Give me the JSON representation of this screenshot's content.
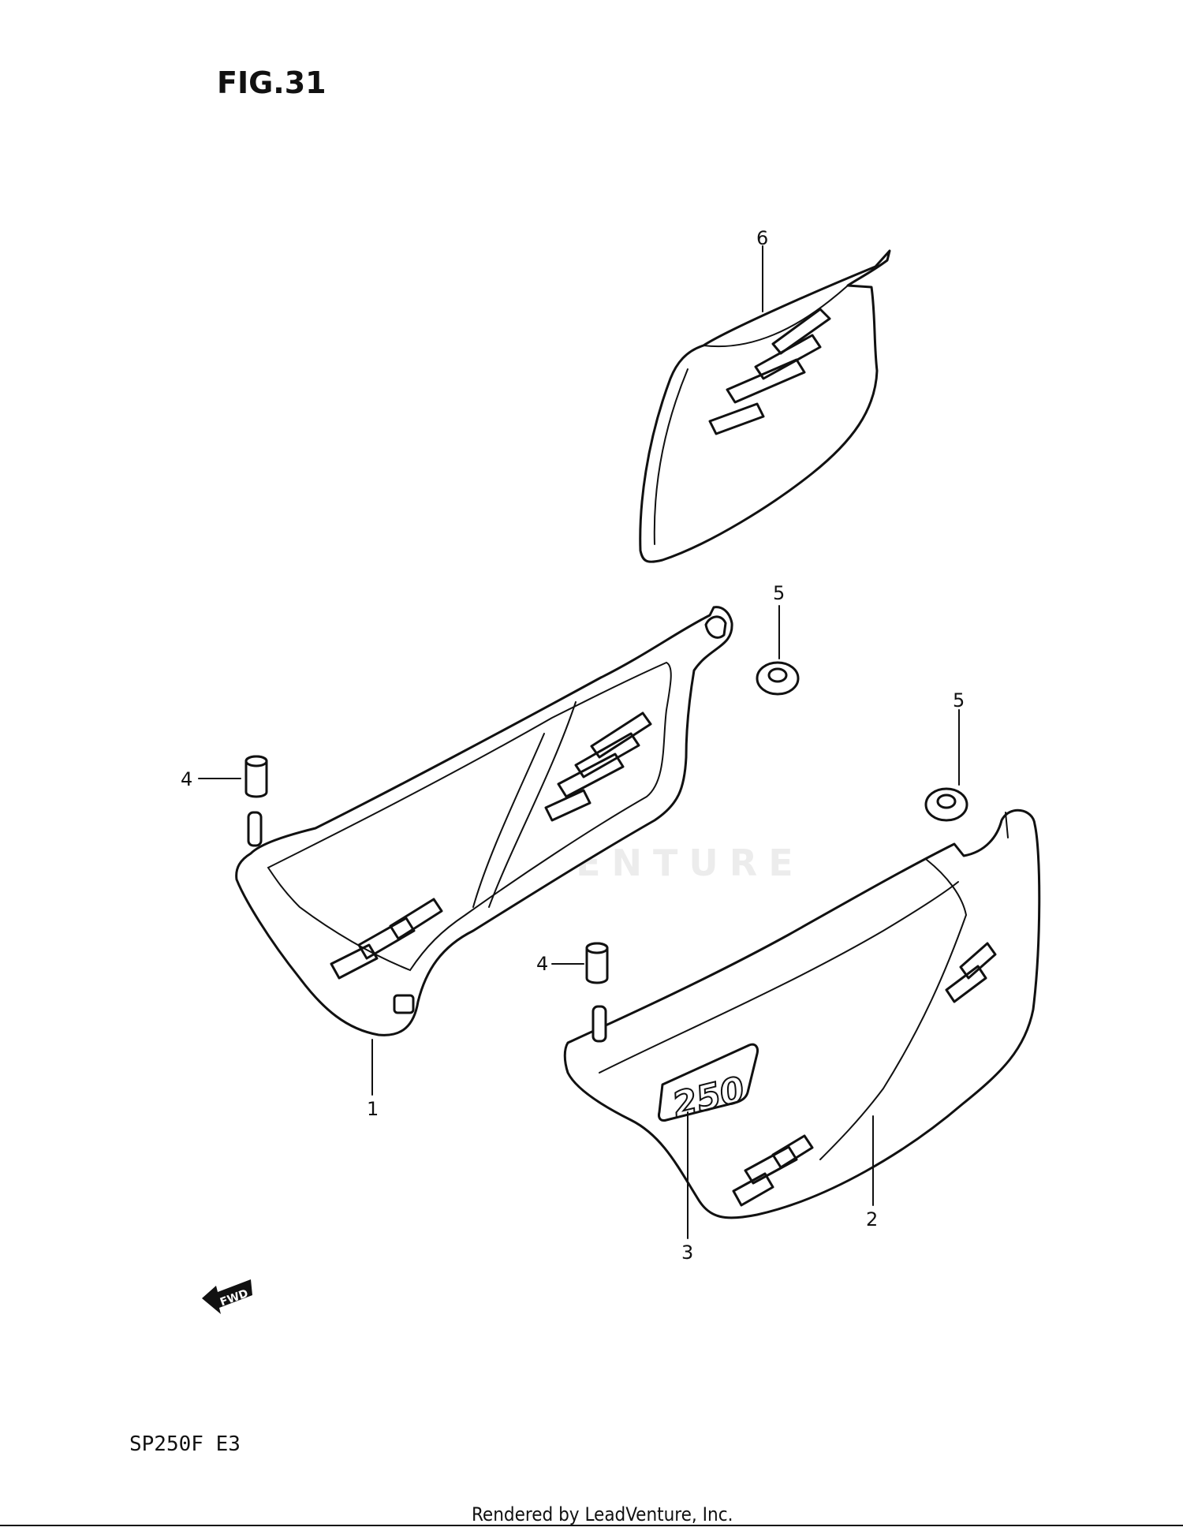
{
  "figure": {
    "title": "FIG.31"
  },
  "model_code": "SP250F  E3",
  "footer": "Rendered by LeadVenture, Inc.",
  "watermark": "LEADVENTURE",
  "fwd_label": "FWD",
  "emblem_text": "250",
  "callouts": [
    {
      "id": "callout-1",
      "label": "1"
    },
    {
      "id": "callout-2",
      "label": "2"
    },
    {
      "id": "callout-3",
      "label": "3"
    },
    {
      "id": "callout-4a",
      "label": "4"
    },
    {
      "id": "callout-4b",
      "label": "4"
    },
    {
      "id": "callout-5a",
      "label": "5"
    },
    {
      "id": "callout-5b",
      "label": "5"
    },
    {
      "id": "callout-6",
      "label": "6"
    }
  ]
}
